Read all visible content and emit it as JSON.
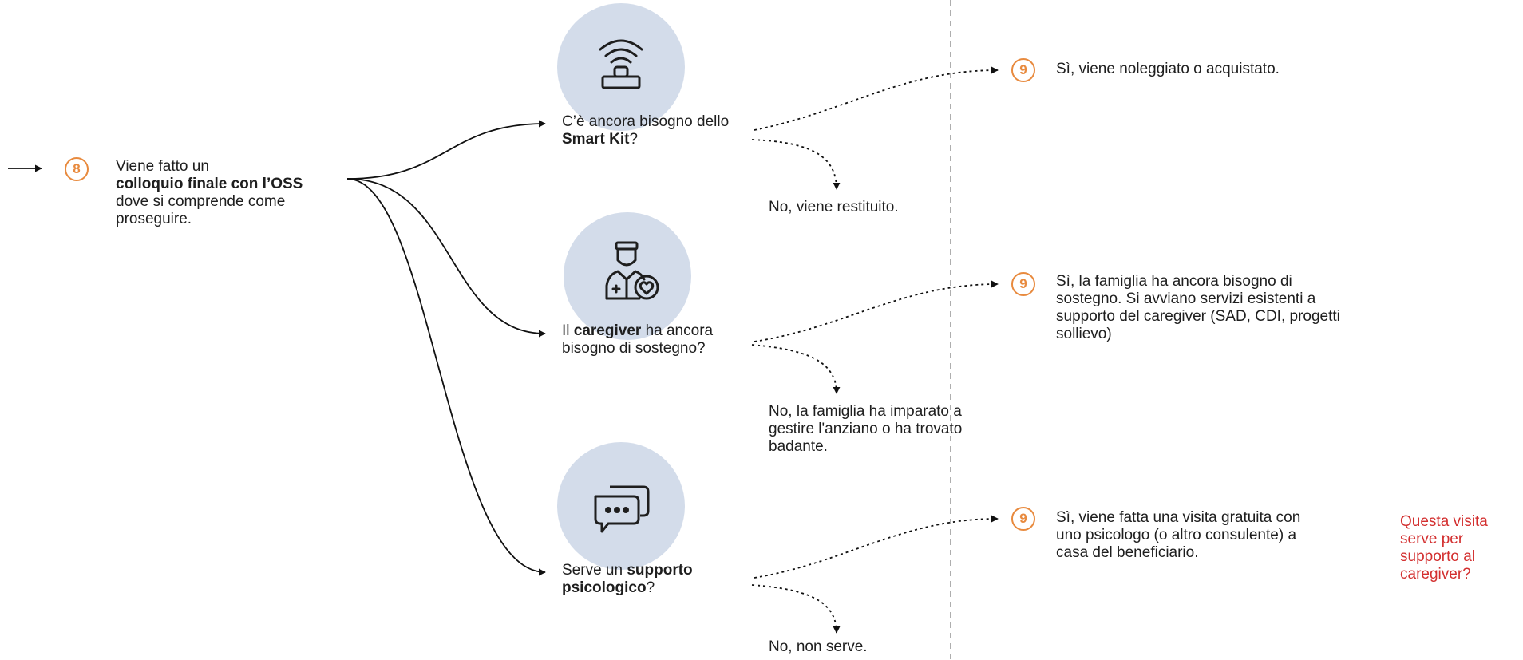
{
  "start": {
    "badge": "8",
    "line1": "Viene fatto un",
    "bold": "colloquio finale con l’OSS",
    "rest": "dove si comprende come proseguire."
  },
  "questions": [
    {
      "icon": "smart-kit-wifi-icon",
      "pre": "C’è ancora bisogno dello ",
      "bold": "Smart Kit",
      "post": "?"
    },
    {
      "icon": "caregiver-heart-icon",
      "pre": "Il ",
      "bold": "caregiver",
      "post": " ha ancora bisogno di sostegno?"
    },
    {
      "icon": "chat-bubbles-icon",
      "pre": "Serve un ",
      "bold": "supporto psicologico",
      "post": "?"
    }
  ],
  "no_answers": [
    "No, viene restituito.",
    "No, la famiglia ha imparato a gestire l'anziano o ha trovato badante.",
    "No, non serve."
  ],
  "yes_answers": [
    {
      "badge": "9",
      "text": "Sì, viene noleggiato o acquistato."
    },
    {
      "badge": "9",
      "text": "Sì, la famiglia ha ancora bisogno di sostegno. Si avviano servizi esistenti a supporto del caregiver (SAD, CDI, progetti sollievo)"
    },
    {
      "badge": "9",
      "text": "Sì, viene fatta una visita gratuita con uno psicologo (o altro consulente) a casa del beneficiario."
    }
  ],
  "note": "Questa visita serve per supporto al caregiver?",
  "colors": {
    "accent": "#e88a3e",
    "circle": "#d3dcea",
    "note": "#d32f2f",
    "divider": "#9a9a9a"
  }
}
